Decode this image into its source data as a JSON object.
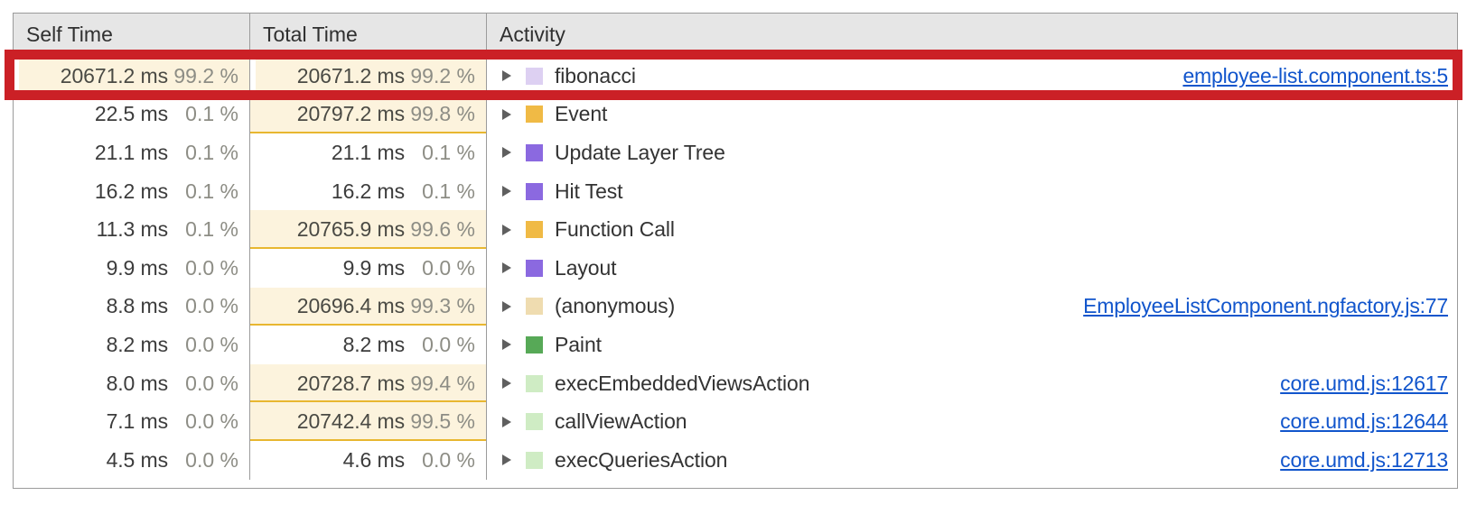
{
  "table": {
    "columns": [
      {
        "id": "self-time",
        "label": "Self Time"
      },
      {
        "id": "total-time",
        "label": "Total Time"
      },
      {
        "id": "activity",
        "label": "Activity"
      }
    ],
    "rows": [
      {
        "self_time": "20671.2 ms",
        "self_pct": "99.2 %",
        "self_hot": true,
        "total_time": "20671.2 ms",
        "total_pct": "99.2 %",
        "total_hot": true,
        "activity": "fibonacci",
        "swatch": "#ddd0f2",
        "source": "employee-list.component.ts:5",
        "annotated": true
      },
      {
        "self_time": "22.5 ms",
        "self_pct": "0.1 %",
        "self_hot": false,
        "total_time": "20797.2 ms",
        "total_pct": "99.8 %",
        "total_hot": true,
        "activity": "Event",
        "swatch": "#f0ba45",
        "source": ""
      },
      {
        "self_time": "21.1 ms",
        "self_pct": "0.1 %",
        "self_hot": false,
        "total_time": "21.1 ms",
        "total_pct": "0.1 %",
        "total_hot": false,
        "activity": "Update Layer Tree",
        "swatch": "#8b69e0",
        "source": ""
      },
      {
        "self_time": "16.2 ms",
        "self_pct": "0.1 %",
        "self_hot": false,
        "total_time": "16.2 ms",
        "total_pct": "0.1 %",
        "total_hot": false,
        "activity": "Hit Test",
        "swatch": "#8b69e0",
        "source": ""
      },
      {
        "self_time": "11.3 ms",
        "self_pct": "0.1 %",
        "self_hot": false,
        "total_time": "20765.9 ms",
        "total_pct": "99.6 %",
        "total_hot": true,
        "activity": "Function Call",
        "swatch": "#f0ba45",
        "source": ""
      },
      {
        "self_time": "9.9 ms",
        "self_pct": "0.0 %",
        "self_hot": false,
        "total_time": "9.9 ms",
        "total_pct": "0.0 %",
        "total_hot": false,
        "activity": "Layout",
        "swatch": "#8b69e0",
        "source": ""
      },
      {
        "self_time": "8.8 ms",
        "self_pct": "0.0 %",
        "self_hot": false,
        "total_time": "20696.4 ms",
        "total_pct": "99.3 %",
        "total_hot": true,
        "activity": "(anonymous)",
        "swatch": "#efdcb0",
        "source": "EmployeeListComponent.ngfactory.js:77"
      },
      {
        "self_time": "8.2 ms",
        "self_pct": "0.0 %",
        "self_hot": false,
        "total_time": "8.2 ms",
        "total_pct": "0.0 %",
        "total_hot": false,
        "activity": "Paint",
        "swatch": "#57a957",
        "source": ""
      },
      {
        "self_time": "8.0 ms",
        "self_pct": "0.0 %",
        "self_hot": false,
        "total_time": "20728.7 ms",
        "total_pct": "99.4 %",
        "total_hot": true,
        "activity": "execEmbeddedViewsAction",
        "swatch": "#cfecc4",
        "source": "core.umd.js:12617"
      },
      {
        "self_time": "7.1 ms",
        "self_pct": "0.0 %",
        "self_hot": false,
        "total_time": "20742.4 ms",
        "total_pct": "99.5 %",
        "total_hot": true,
        "activity": "callViewAction",
        "swatch": "#cfecc4",
        "source": "core.umd.js:12644"
      },
      {
        "self_time": "4.5 ms",
        "self_pct": "0.0 %",
        "self_hot": false,
        "total_time": "4.6 ms",
        "total_pct": "0.0 %",
        "total_hot": false,
        "activity": "execQueriesAction",
        "swatch": "#cfecc4",
        "source": "core.umd.js:12713"
      }
    ]
  },
  "annotation": {
    "color": "#cb2026",
    "target_row_activity": "fibonacci"
  },
  "colors": {
    "header_bg": "#e6e6e6",
    "grid_line": "#9b9b9b",
    "hot_cell_bg": "#fcf3dd",
    "hot_cell_bar": "#e8b730",
    "link": "#1155cc",
    "text": "#333333",
    "percent_text": "#8d8d85"
  }
}
